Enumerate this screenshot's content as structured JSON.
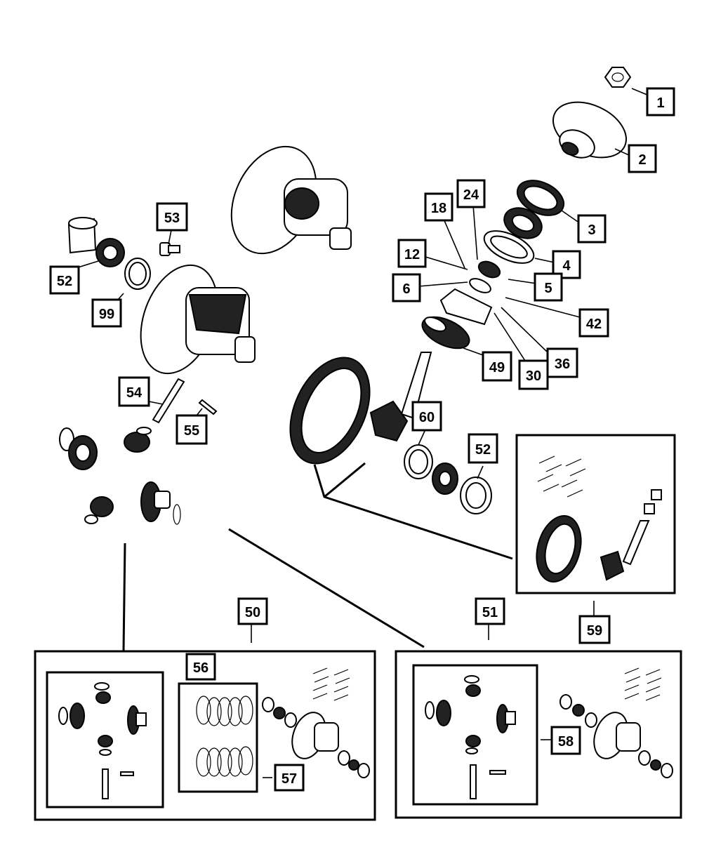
{
  "callouts": {
    "c1": "1",
    "c2": "2",
    "c3": "3",
    "c4": "4",
    "c5": "5",
    "c6": "6",
    "c12": "12",
    "c18": "18",
    "c24": "24",
    "c42": "42",
    "c36": "36",
    "c30": "30",
    "c49": "49",
    "c53": "53",
    "c52a": "52",
    "c99": "99",
    "c54": "54",
    "c55": "55",
    "c60": "60",
    "c52b": "52",
    "c59": "59",
    "c50": "50",
    "c51": "51",
    "c56": "56",
    "c57": "57",
    "c58": "58"
  },
  "colors": {
    "line": "#000000",
    "background": "#ffffff"
  }
}
